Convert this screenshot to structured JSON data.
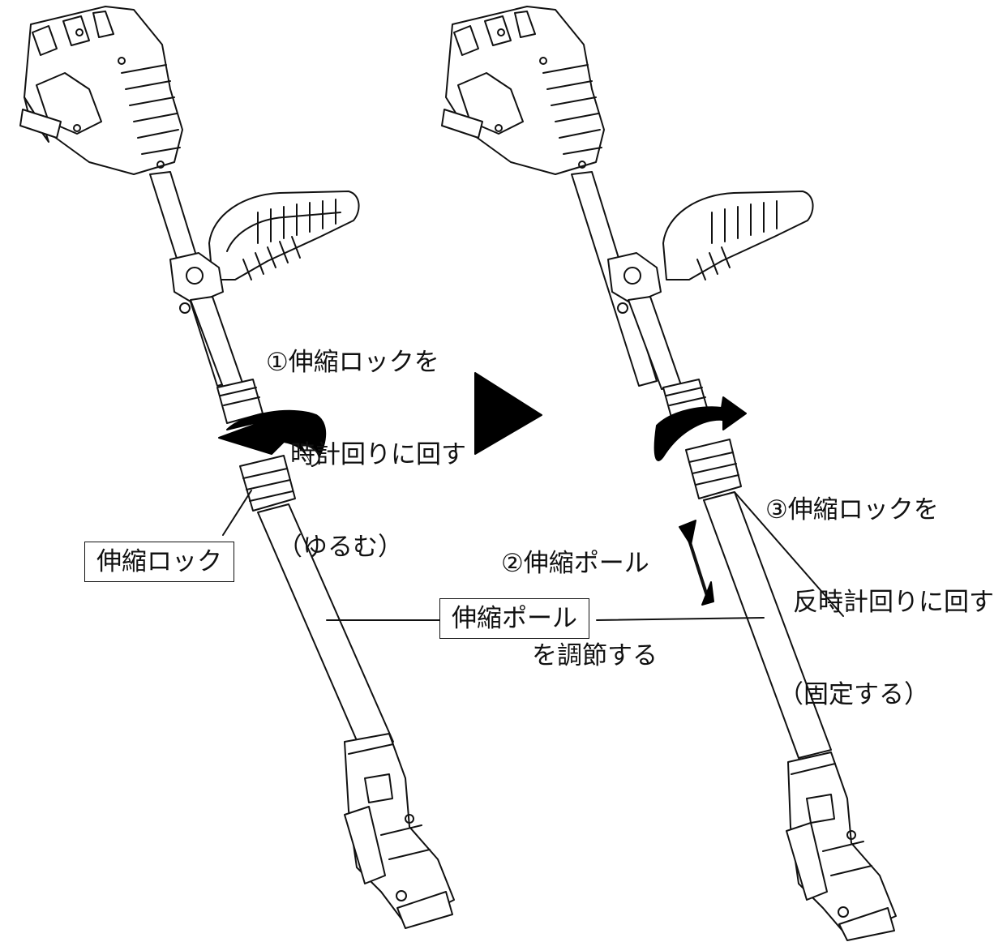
{
  "steps": [
    {
      "label": "①伸縮ロックを",
      "line2": "時計回りに回す",
      "line3": "（ゆるむ）"
    },
    {
      "label": "②伸縮ポール",
      "line2": "を調節する"
    },
    {
      "label": "③伸縮ロックを",
      "line2": "反時計回りに回す",
      "line3": "（固定する）"
    }
  ],
  "labels": {
    "lock": "伸縮ロック",
    "pole": "伸縮ポール"
  },
  "colors": {
    "line": "#111111",
    "fill": "#ffffff",
    "arrow": "#000000"
  },
  "icons": {
    "next": "triangle-right-icon",
    "rotate_left": "curved-arrow-left-icon",
    "rotate_right": "curved-arrow-right-icon",
    "adjust": "double-arrow-icon"
  }
}
